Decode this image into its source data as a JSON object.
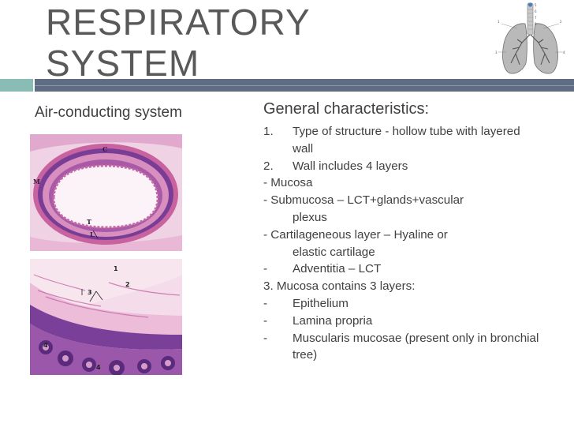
{
  "slide": {
    "title_line1": "RESPIRATORY",
    "title_line2": "SYSTEM",
    "subtitle": "Air-conducting system",
    "image_labels": {
      "top": [
        "C",
        "M",
        "T",
        "L"
      ],
      "bottom": [
        "1",
        "2",
        "3",
        "4",
        "4"
      ]
    },
    "lung_labels": [
      "1",
      "2",
      "3",
      "4",
      "5",
      "6",
      "7",
      "8"
    ],
    "heading": "General characteristics:",
    "item1_marker": "1.",
    "item1_text": "Type of structure -  hollow tube with layered wall",
    "item2_marker": "2.",
    "item2_text": "Wall includes 4 layers",
    "layer_mucosa": " - Mucosa",
    "layer_submucosa_a": "- Submucosa – LCT+glands+vascular",
    "layer_submucosa_b": "plexus",
    "layer_cart_a": "- Cartilageneous layer – Hyaline or",
    "layer_cart_b": "elastic cartilage",
    "adv_marker": "-",
    "adv_text": "Adventitia – LCT",
    "mucosa_heading": "3. Mucosa contains 3 layers:",
    "sub1_marker": "-",
    "sub1_text": "Epithelium",
    "sub2_marker": "-",
    "sub2_text": "Lamina propria",
    "sub3_marker": "-",
    "sub3_text": "Muscularis mucosae (present only in bronchial tree)"
  },
  "colors": {
    "title": "#595959",
    "bar_teal": "#89bcb4",
    "bar_slate": "#5f6d82",
    "text": "#404040",
    "stain_pink": "#e6a9cf",
    "stain_purple": "#6f3f95"
  }
}
